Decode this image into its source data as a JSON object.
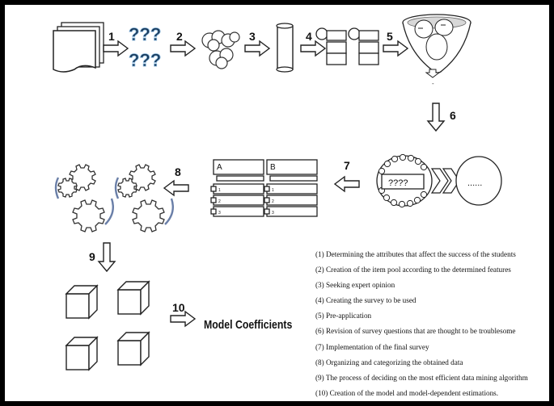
{
  "steps": [
    "1",
    "2",
    "3",
    "4",
    "5",
    "6",
    "7",
    "8",
    "9",
    "10"
  ],
  "question_marks": [
    "???",
    "???"
  ],
  "survey_placeholder": "????",
  "ellipsis": "......",
  "form_headers": [
    "A",
    "B"
  ],
  "form_row_numbers": [
    "1",
    "2",
    "3"
  ],
  "funnel_dot": "-",
  "model_label": "Model Coefficients",
  "legend": [
    "(1) Determining the attributes that affect the success of the students",
    "(2) Creation of the item pool according to the determined features",
    "(3) Seeking expert opinion",
    "(4) Creating the survey to be used",
    "(5) Pre-application",
    "(6) Revision of survey questions that are thought to be troublesome",
    "(7) Implementation of the final survey",
    "(8) Organizing and categorizing the obtained data",
    "(9) The process of deciding on the most efficient data mining algorithm",
    "(10) Creation of the model and model-dependent estimations."
  ]
}
